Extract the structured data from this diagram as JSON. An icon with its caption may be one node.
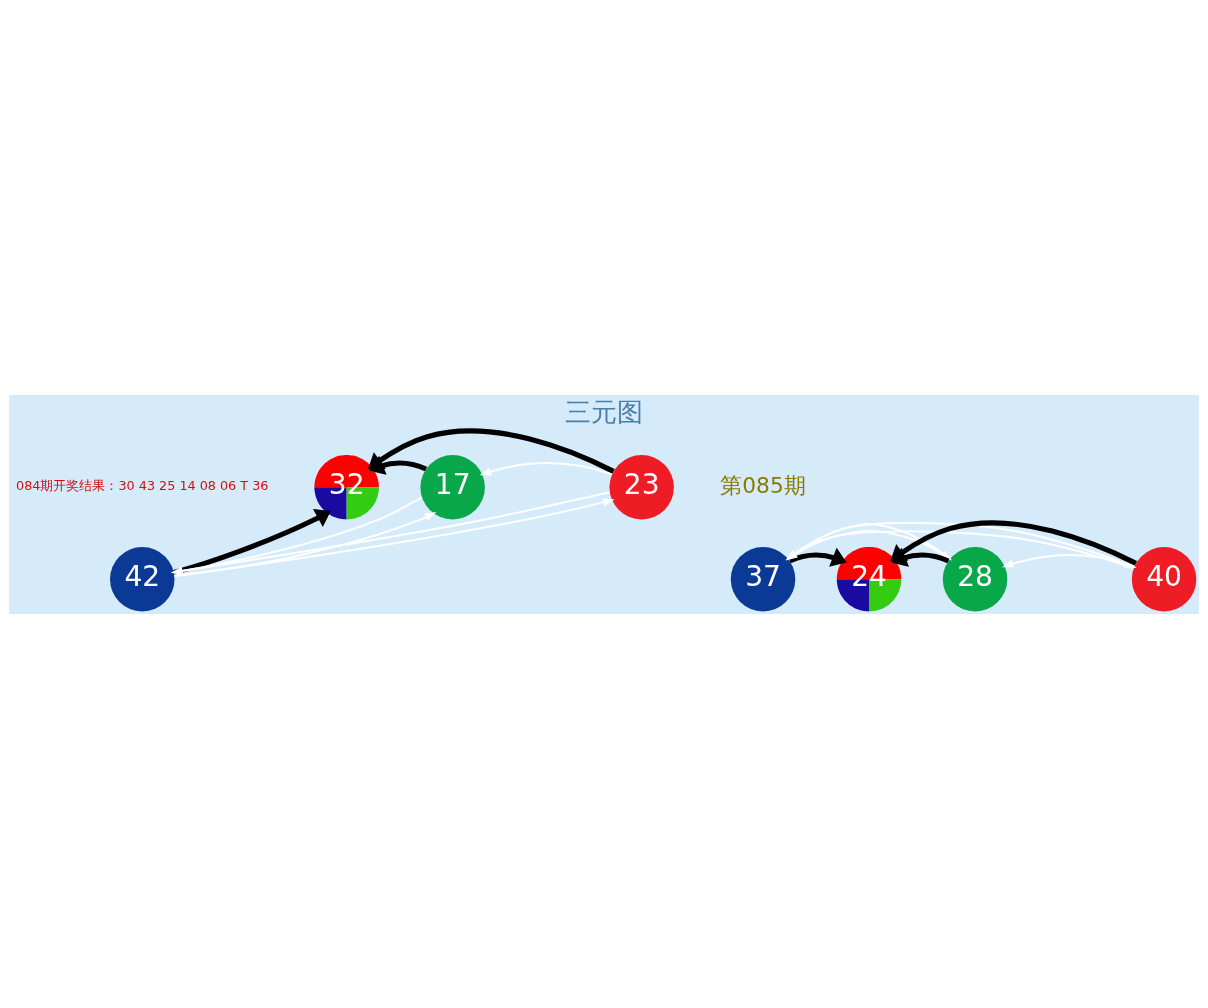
{
  "diagram": {
    "title": "三元图",
    "nodes": [
      {
        "text": [
          "37"
        ]
      },
      {
        "text": [
          "24"
        ]
      },
      {
        "text": [
          "28"
        ]
      },
      {
        "text": [
          "40"
        ]
      },
      {
        "text": [
          "42"
        ]
      },
      {
        "text": [
          "32"
        ]
      },
      {
        "text": [
          "17"
        ]
      },
      {
        "text": [
          "23"
        ]
      }
    ],
    "edges": [
      {
        "from": 0,
        "to": 1,
        "arrow": "to",
        "style": "thick",
        "color": "#000000"
      },
      {
        "from": 2,
        "to": 1,
        "arrow": "to",
        "style": "thick",
        "color": "#000000"
      },
      {
        "from": 3,
        "to": 1,
        "arrow": "to",
        "style": "thick",
        "color": "#000000"
      },
      {
        "from": 0,
        "to": 2,
        "arrow": "to"
      },
      {
        "from": 3,
        "to": 0,
        "arrow": "to"
      },
      {
        "from": 3,
        "to": 2,
        "arrow": "to"
      },
      {
        "from": 2,
        "to": 0,
        "arrow": "to"
      },
      {
        "from": 0,
        "to": 3,
        "arrow": "to"
      },
      {
        "from": 4,
        "to": 5,
        "arrow": "to",
        "style": "thick",
        "color": "#000000"
      },
      {
        "from": 6,
        "to": 5,
        "arrow": "to",
        "style": "thick",
        "color": "#000000"
      },
      {
        "from": 7,
        "to": 5,
        "arrow": "to",
        "style": "thick",
        "color": "#000000"
      },
      {
        "from": 4,
        "to": 6,
        "arrow": "to"
      },
      {
        "from": 7,
        "to": 4,
        "arrow": "to"
      },
      {
        "from": 7,
        "to": 6,
        "arrow": "to"
      },
      {
        "from": 6,
        "to": 4,
        "arrow": "to"
      },
      {
        "from": 4,
        "to": 7,
        "arrow": "to"
      }
    ],
    "labels": [
      "084期开奖结果：30 43 25 14 08 06 T 36",
      "第085期"
    ]
  }
}
